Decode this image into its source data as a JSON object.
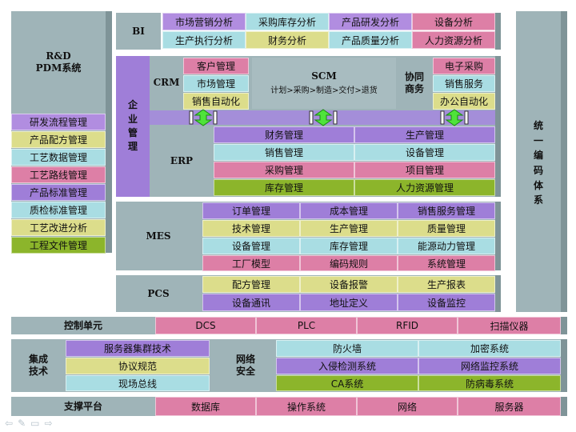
{
  "rd": {
    "title": "R&D\nPDM系统",
    "items": [
      "研发流程管理",
      "产品配方管理",
      "工艺数据管理",
      "工艺路线管理",
      "产品标准管理",
      "质检标准管理",
      "工艺改进分析",
      "工程文件管理"
    ]
  },
  "unified": {
    "title": "统\n一\n编\n码\n体\n系"
  },
  "bi": {
    "title": "BI",
    "items": [
      "市场营销分析",
      "采购库存分析",
      "产品研发分析",
      "设备分析",
      "生产执行分析",
      "财务分析",
      "产品质量分析",
      "人力资源分析"
    ]
  },
  "enterprise": {
    "title": "企\n业\n管\n理"
  },
  "crm": {
    "title": "CRM",
    "items": [
      "客户管理",
      "市场管理",
      "销售自动化"
    ]
  },
  "scm": {
    "title": "SCM",
    "subtitle": "计划>采购>制造>交付>退货"
  },
  "ec": {
    "title": "协同\n商务",
    "items": [
      "电子采购",
      "销售服务",
      "办公自动化"
    ]
  },
  "erp": {
    "title": "ERP",
    "items": [
      "财务管理",
      "生产管理",
      "销售管理",
      "设备管理",
      "采购管理",
      "项目管理",
      "库存管理",
      "人力资源管理"
    ]
  },
  "mes": {
    "title": "MES",
    "items": [
      "订单管理",
      "成本管理",
      "销售服务管理",
      "技术管理",
      "生产管理",
      "质量管理",
      "设备管理",
      "库存管理",
      "能源动力管理",
      "工厂模型",
      "编码规则",
      "系统管理"
    ]
  },
  "pcs": {
    "title": "PCS",
    "items": [
      "配方管理",
      "设备报警",
      "生产报表",
      "设备通讯",
      "地址定义",
      "设备监控"
    ]
  },
  "control": {
    "title": "控制单元",
    "items": [
      "DCS",
      "PLC",
      "RFID",
      "扫描仪器"
    ]
  },
  "integration": {
    "title": "集成\n技术",
    "items": [
      "服务器集群技术",
      "协议规范",
      "现场总线"
    ]
  },
  "netsec": {
    "title": "网络\n安全",
    "items": [
      "防火墙",
      "加密系统",
      "入侵检测系统",
      "网络监控系统",
      "CA系统",
      "防病毒系统"
    ]
  },
  "platform": {
    "title": "支撑平台",
    "items": [
      "数据库",
      "操作系统",
      "网络",
      "服务器"
    ]
  },
  "colors": {
    "gray": "#9fb4b8",
    "pink": "#dd7fa6",
    "purple": "#9f7ed8",
    "cyan": "#a9dde3",
    "yellow": "#dcdd8b",
    "green": "#8cb52b"
  }
}
